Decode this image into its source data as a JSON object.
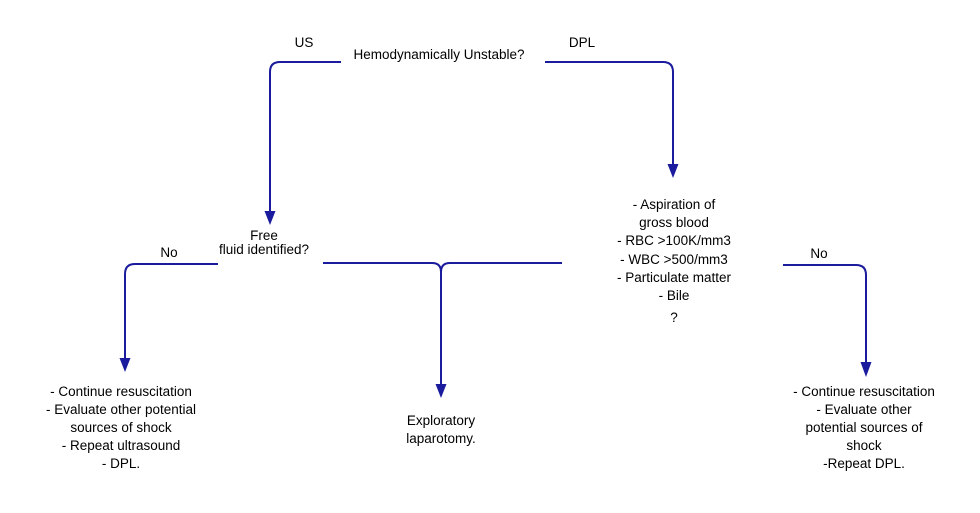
{
  "colors": {
    "connector": "#1b1b9d",
    "text": "#000000",
    "background": "#ffffff"
  },
  "flowchart": {
    "root": {
      "question": "Hemodynamically Unstable?",
      "left_branch_label": "US",
      "right_branch_label": "DPL"
    },
    "us_node": {
      "question_line1": "Free",
      "question_line2": "fluid identified?",
      "no_label": "No"
    },
    "dpl_node": {
      "criteria": [
        "- Aspiration of",
        "gross blood",
        "- RBC >100K/mm3",
        "- WBC >500/mm3",
        "- Particulate matter",
        "- Bile"
      ],
      "query_mark": "?",
      "no_label": "No"
    },
    "outcomes": {
      "us_negative": [
        "- Continue resuscitation",
        "- Evaluate other potential",
        "sources of shock",
        "- Repeat ultrasound",
        "- DPL."
      ],
      "positive": [
        "Exploratory",
        "laparotomy."
      ],
      "dpl_negative": [
        "- Continue resuscitation",
        "- Evaluate other",
        "potential sources of",
        "shock",
        "-Repeat DPL."
      ]
    }
  }
}
